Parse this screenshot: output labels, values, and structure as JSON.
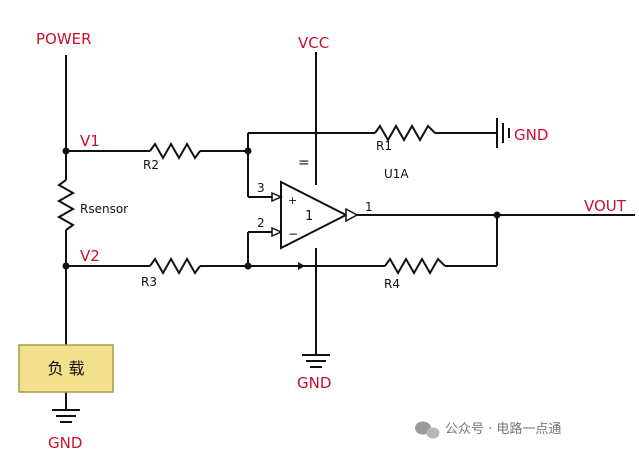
{
  "labels": {
    "power": "POWER",
    "vcc": "VCC",
    "gnd_top_right": "GND",
    "gnd_opamp": "GND",
    "gnd_bottom_left": "GND",
    "v1": "V1",
    "v2": "V2",
    "vout": "VOUT",
    "r1": "R1",
    "r2": "R2",
    "r3": "R3",
    "r4": "R4",
    "rsensor": "Rsensor",
    "u1a": "U1A",
    "pin1": "1",
    "pin2": "2",
    "pin3": "3",
    "unit_num": "1",
    "plus": "+",
    "minus": "−",
    "eq": "=",
    "load": "负 载"
  },
  "watermark": {
    "text": "公众号 · 电路一点通"
  },
  "colors": {
    "wire": "#111111",
    "label_red": "#c8102e",
    "load_fill": "#f3e08c",
    "load_border": "#a89a4a"
  }
}
